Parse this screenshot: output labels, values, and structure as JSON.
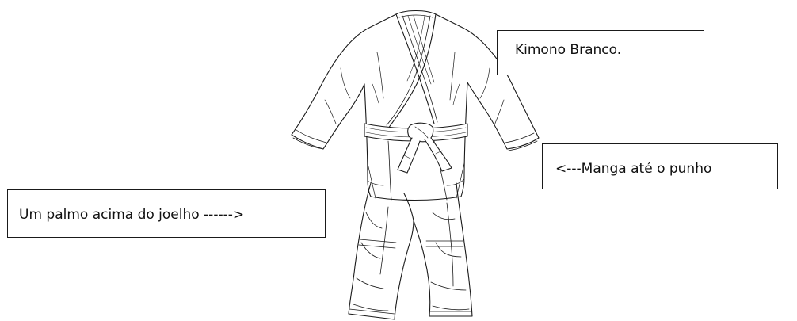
{
  "callouts": {
    "kimono": "Kimono Branco.",
    "manga": "<---Manga até o punho",
    "palmo": "Um palmo acima do joelho ------>"
  },
  "colors": {
    "line": "#1a1a1a",
    "background": "#ffffff"
  }
}
